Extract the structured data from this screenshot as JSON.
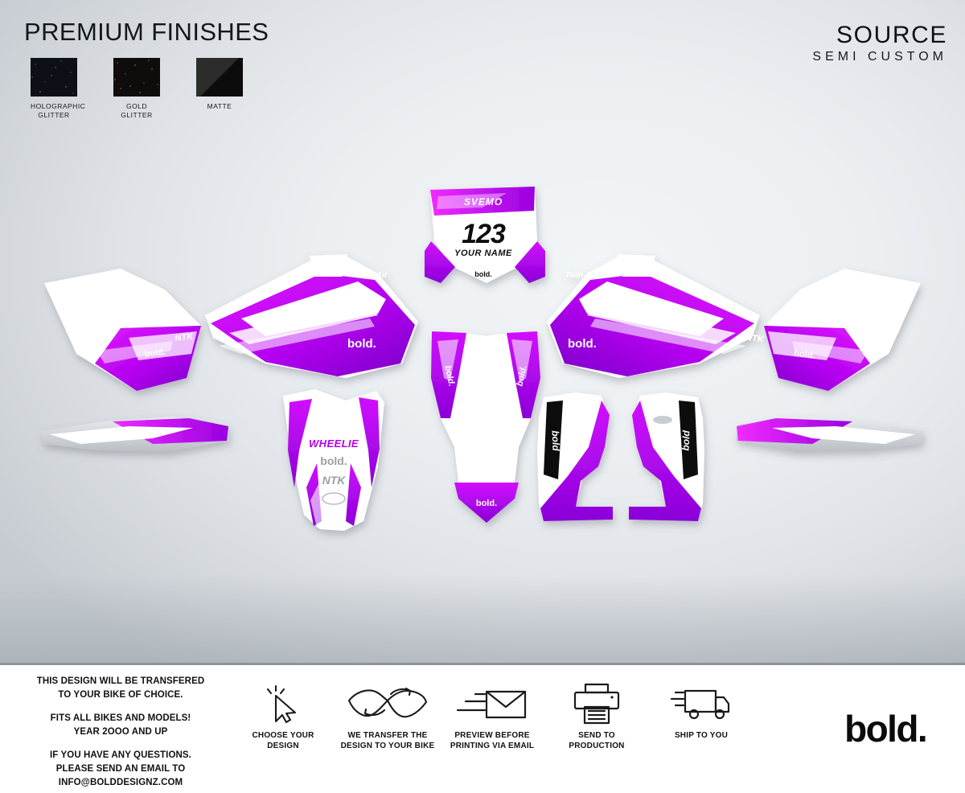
{
  "header": {
    "finishes_title": "PREMIUM FINISHES",
    "swatches": [
      {
        "name": "holographic-glitter",
        "label": "HOLOGRAPHIC\nGLITTER"
      },
      {
        "name": "gold-glitter",
        "label": "GOLD\nGLITTER"
      },
      {
        "name": "matte",
        "label": "MATTE"
      }
    ],
    "product_name": "SOURCE",
    "product_subtitle": "SEMI CUSTOM"
  },
  "artwork": {
    "title": "Motocross graphics kit preview",
    "colors": {
      "accent_purple": "#B400F0",
      "accent_purple_dark": "#7A00C8",
      "accent_magenta": "#E000F0",
      "white": "#FFFFFF",
      "black": "#101010",
      "background_light": "#F2F5F7",
      "background_dark": "#C6CBD1"
    },
    "labels": {
      "number": "123",
      "rider_name": "YOUR NAME",
      "brand": "bold.",
      "sanction_logo": "SVEMO",
      "sponsor_twin_air": "Twin Air",
      "sponsor_ntk": "NTK",
      "fender_slogan": "WHEELIE",
      "fork_text": "bold"
    },
    "pieces": [
      "left-rear-side-panel",
      "left-radiator-shroud",
      "front-number-plate",
      "right-radiator-shroud",
      "right-rear-side-panel",
      "left-rim-strip",
      "front-fender",
      "rear-fender",
      "left-fork-guard",
      "right-fork-guard",
      "right-rim-strip"
    ]
  },
  "footer": {
    "notes": [
      "THIS DESIGN WILL BE TRANSFERED\nTO YOUR BIKE OF CHOICE.",
      "FITS ALL BIKES AND MODELS!\nYEAR 2OOO AND UP",
      "IF YOU HAVE ANY QUESTIONS.\nPLEASE SEND AN EMAIL TO\nINFO@BOLDDESIGNZ.COM"
    ],
    "steps": [
      {
        "icon": "cursor-click-icon",
        "caption": "CHOOSE YOUR\nDESIGN"
      },
      {
        "icon": "transfer-graphics-icon",
        "caption": "WE TRANSFER THE\nDESIGN TO YOUR BIKE"
      },
      {
        "icon": "email-envelope-icon",
        "caption": "PREVIEW BEFORE\nPRINTING VIA EMAIL"
      },
      {
        "icon": "printer-icon",
        "caption": "SEND TO\nPRODUCTION"
      },
      {
        "icon": "delivery-truck-icon",
        "caption": "SHIP TO YOU"
      }
    ],
    "logo": "bold."
  }
}
